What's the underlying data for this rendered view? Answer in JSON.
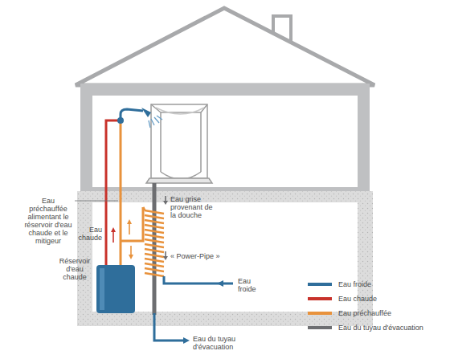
{
  "diagram": {
    "labels": [
      "Eau préchauffée alimentant le réservoir d'eau chaude et le mitigeur",
      "Eau chaude",
      "Réservoir d'eau chaude",
      "Eau grise provenant de la douche",
      "« Power-Pipe »",
      "Eau froide",
      "Eau du tuyau d'évacuation"
    ],
    "legend": [
      {
        "text": "Eau froide",
        "color": "#2f6e9b"
      },
      {
        "text": "Eau chaude",
        "color": "#c8322b"
      },
      {
        "text": "Eau préchauffée",
        "color": "#e8923c"
      },
      {
        "text": "Eau du tuyau d'évacuation",
        "color": "#6d6e71"
      }
    ]
  }
}
